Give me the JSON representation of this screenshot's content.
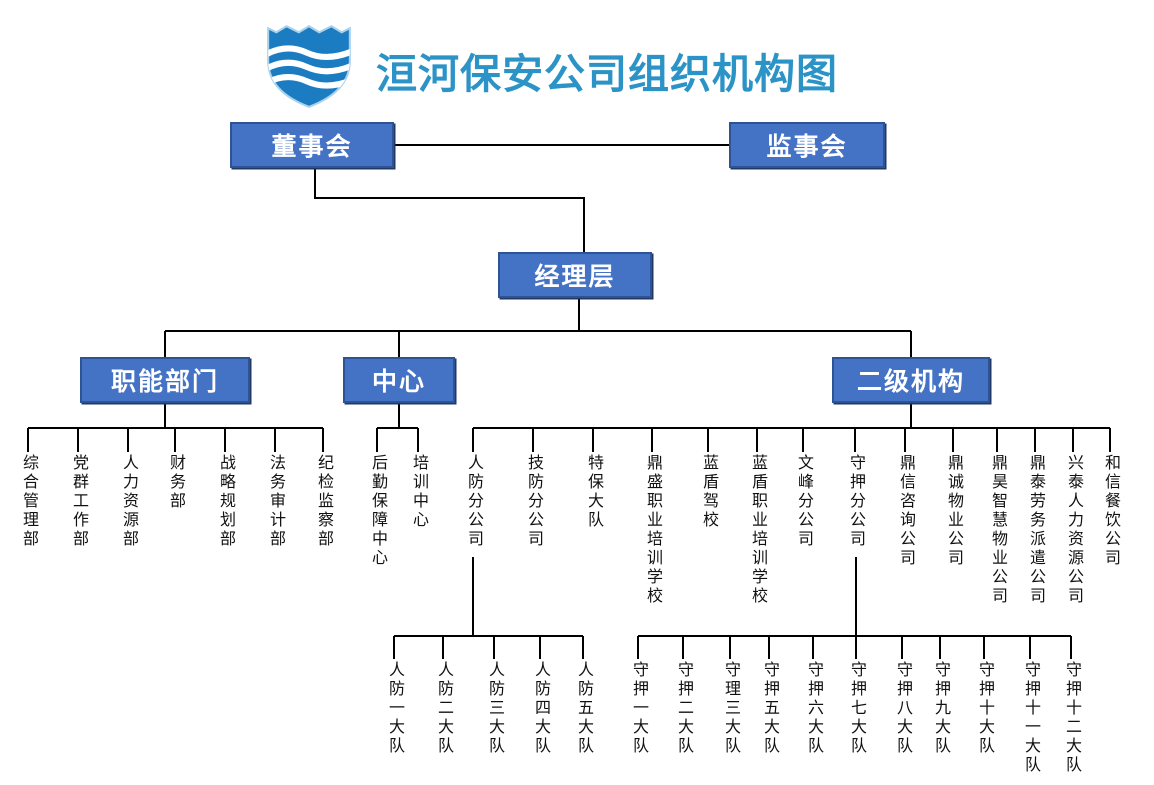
{
  "title": "洹河保安公司组织机构图",
  "logo": "shield-waves-logo",
  "colors": {
    "box_fill": "#4472C4",
    "box_border": "#2E5395",
    "title_text": "#2B93C6",
    "connector": "#000000",
    "logo_blue": "#1B7CC1"
  },
  "nodes": {
    "board": "董事会",
    "supervisory": "监事会",
    "management": "经理层",
    "functional_group": "职能部门",
    "center_group": "中心",
    "secondary_group": "二级机构"
  },
  "functional_departments": [
    "综合管理部",
    "党群工作部",
    "人力资源部",
    "财务部",
    "战略规划部",
    "法务审计部",
    "纪检监察部"
  ],
  "centers": [
    "后勤保障中心",
    "培训中心"
  ],
  "secondary_institutions": [
    "人防分公司",
    "技防分公司",
    "特保大队",
    "鼎盛职业培训学校",
    "蓝盾驾校",
    "蓝盾职业培训学校",
    "文峰分公司",
    "守押分公司",
    "鼎信咨询公司",
    "鼎诚物业公司",
    "鼎昊智慧物业公司",
    "鼎泰劳务派遣公司",
    "兴泰人力资源公司",
    "和信餐饮公司"
  ],
  "renfang_brigades": [
    "人防一大队",
    "人防二大队",
    "人防三大队",
    "人防四大队",
    "人防五大队"
  ],
  "shouya_brigades": [
    "守押一大队",
    "守押二大队",
    "守理三大队",
    "守押五大队",
    "守押六大队",
    "守押七大队",
    "守押八大队",
    "守押九大队",
    "守押十大队",
    "守押十一大队",
    "守押十二大队"
  ]
}
